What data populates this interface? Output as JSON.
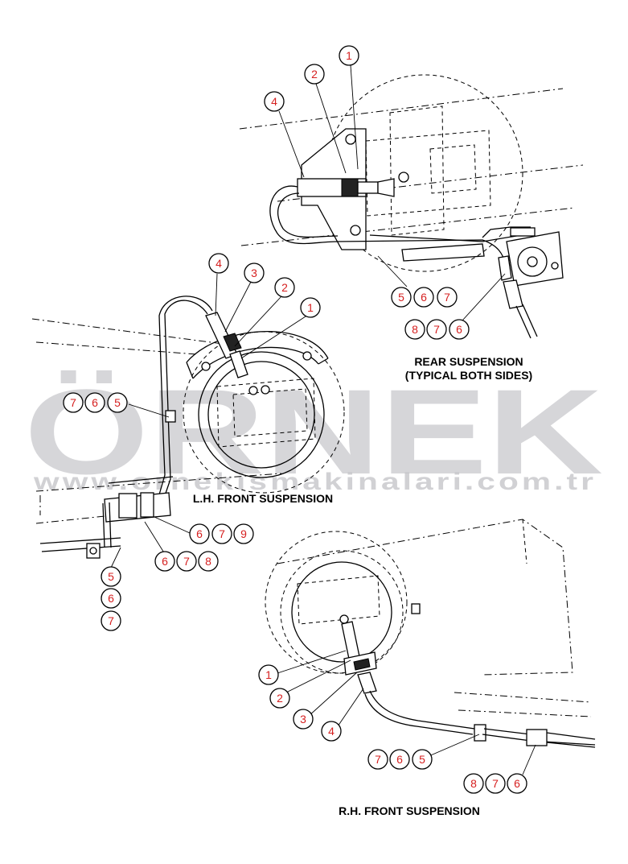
{
  "captions": {
    "rear_line1": "REAR SUSPENSION",
    "rear_line2": "(TYPICAL BOTH SIDES)",
    "lh_front": "L.H. FRONT SUSPENSION",
    "rh_front": "R.H. FRONT SUSPENSION"
  },
  "watermark": {
    "brand": "ÖRNEK",
    "site": "www.ornekismakinalari.com.tr"
  },
  "colors": {
    "callout_text": "#d62020",
    "watermark": "#c9c9cd",
    "watermark_dots": "#f3e3a8"
  },
  "callouts": {
    "rear": [
      "1",
      "2",
      "4",
      "5",
      "6",
      "7",
      "8",
      "7",
      "6"
    ],
    "lh": [
      "4",
      "3",
      "2",
      "1",
      "7",
      "6",
      "5",
      "6",
      "7",
      "9",
      "6",
      "7",
      "8",
      "5",
      "6",
      "7"
    ],
    "rh": [
      "1",
      "2",
      "3",
      "4",
      "7",
      "6",
      "5",
      "8",
      "7",
      "6"
    ]
  }
}
